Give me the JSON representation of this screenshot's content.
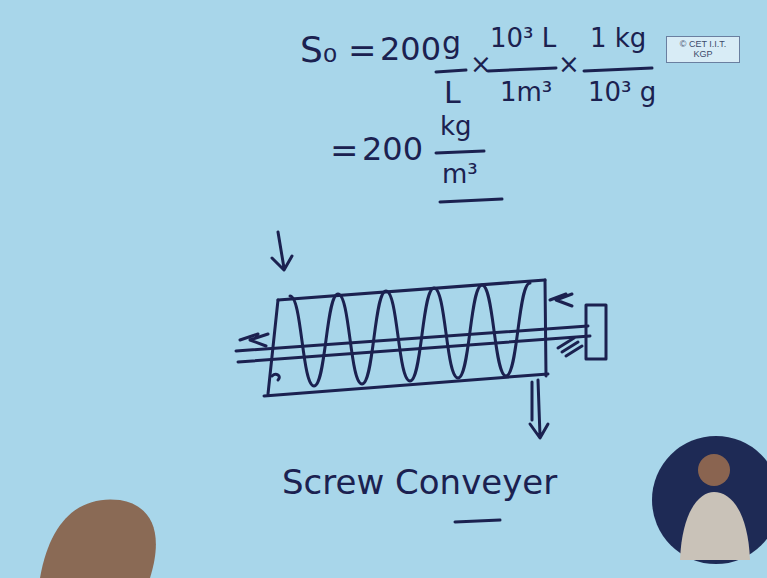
{
  "diagram": {
    "nodes": [
      {
        "text": [
          "© CET I.I.T. KGP"
        ]
      }
    ],
    "labels": [
      "S₀",
      "=",
      "200",
      "g",
      "L",
      "×",
      "10³ L",
      "1m³",
      "×",
      "1 kg",
      "10³ g",
      "=",
      "200",
      "kg",
      "m³",
      "Screw Conveyer"
    ]
  }
}
